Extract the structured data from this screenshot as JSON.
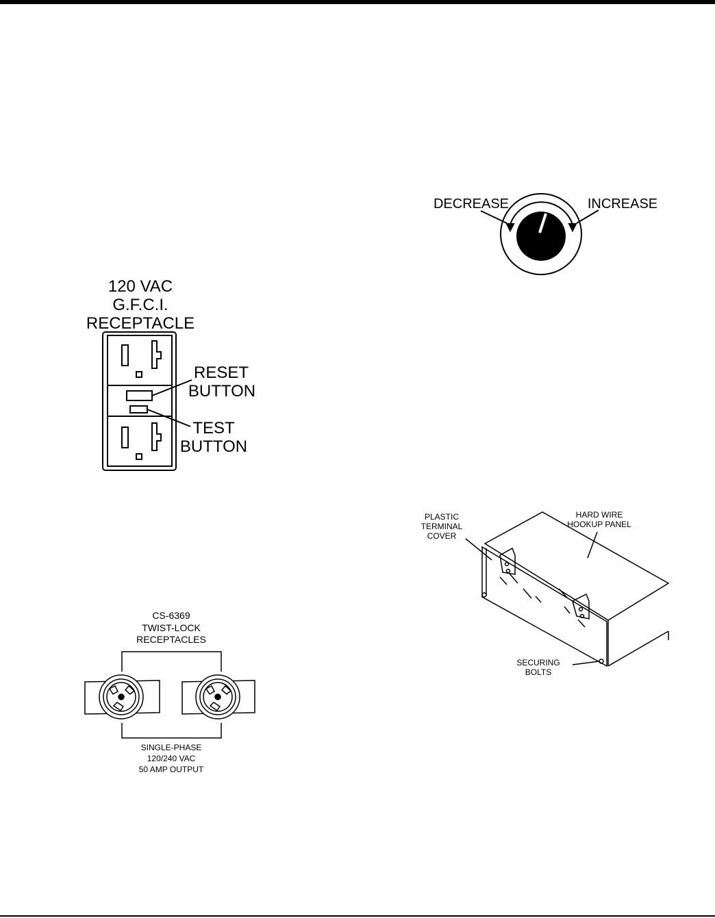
{
  "gfci": {
    "title_line1": "120 VAC",
    "title_line2": "G.F.C.I.",
    "title_line3": "RECEPTACLE",
    "reset_line1": "RESET",
    "reset_line2": "BUTTON",
    "test_line1": "TEST",
    "test_line2": "BUTTON"
  },
  "knob": {
    "decrease": "DECREASE",
    "increase": "INCREASE"
  },
  "twistlock": {
    "title_line1": "CS-6369",
    "title_line2": "TWIST-LOCK",
    "title_line3": "RECEPTACLES",
    "bottom_line1": "SINGLE-PHASE",
    "bottom_line2": "120/240 VAC",
    "bottom_line3": "50 AMP OUTPUT"
  },
  "panel": {
    "cover_line1": "PLASTIC",
    "cover_line2": "TERMINAL",
    "cover_line3": "COVER",
    "panel_line1": "HARD WIRE",
    "panel_line2": "HOOKUP PANEL",
    "bolts_line1": "SECURING",
    "bolts_line2": "BOLTS"
  }
}
